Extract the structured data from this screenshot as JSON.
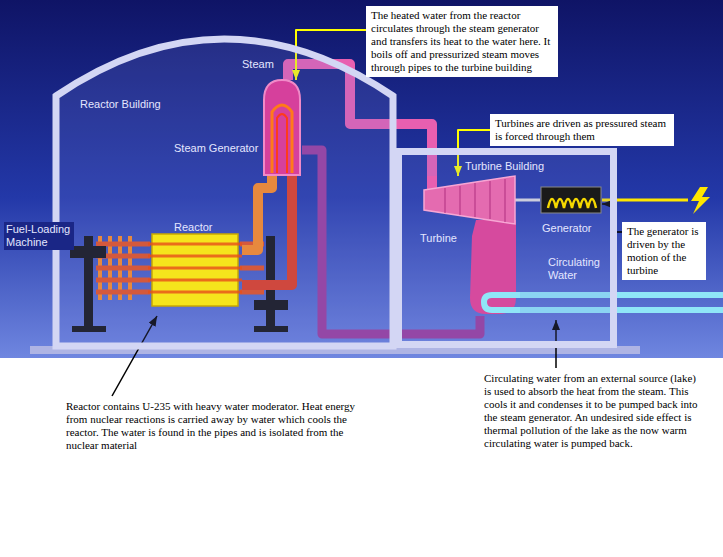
{
  "diagram": {
    "nodes": [
      {
        "text": [
          "Reactor Building"
        ]
      },
      {
        "text": [
          "Steam Generator"
        ],
        "in": 0
      },
      {
        "text": [
          "Reactor"
        ],
        "in": 0
      },
      {
        "text": [
          "The heated water from the reactor circulates through the steam generator and transfers its heat to the water here. It boils off and pressurized steam moves through pipes to the turbine building"
        ]
      },
      {
        "text": [
          "Turbines are driven as pressured steam is forced through them"
        ]
      },
      {
        "text": [
          "Turbine Building"
        ]
      },
      {
        "text": [
          "Turbine"
        ],
        "in": 5
      },
      {
        "text": [
          "Generator"
        ],
        "in": 5
      },
      {
        "text": [
          "The generator is driven by the motion of the turbine"
        ]
      }
    ],
    "edges": [
      {
        "from": 2,
        "to": 1,
        "arrow": "none"
      },
      {
        "from": 1,
        "to": 2,
        "arrow": "none"
      },
      {
        "from": 1,
        "to": 6,
        "arrow": "none"
      },
      {
        "from": 6,
        "to": 1,
        "arrow": "none"
      },
      {
        "from": 3,
        "to": 1,
        "arrow": "to"
      },
      {
        "from": 4,
        "to": 6,
        "arrow": "to"
      },
      {
        "from": 8,
        "to": 7,
        "arrow": "to"
      }
    ],
    "labels": [
      "Steam",
      "Fuel-Loading Machine",
      "Circulating Water",
      "Reactor contains U-235 with heavy water moderator. Heat energy from nuclear reactions is carried away by water which cools the reactor. The water is found in the pipes and is isolated from the nuclear material",
      "Circulating water from an external source (lake) is used to absorb the heat from the steam. This cools it and condenses it to be pumped back into the steam generator. An undesired side effect is thermal pollution of the lake as the now warm circulating water is pumped back."
    ]
  }
}
